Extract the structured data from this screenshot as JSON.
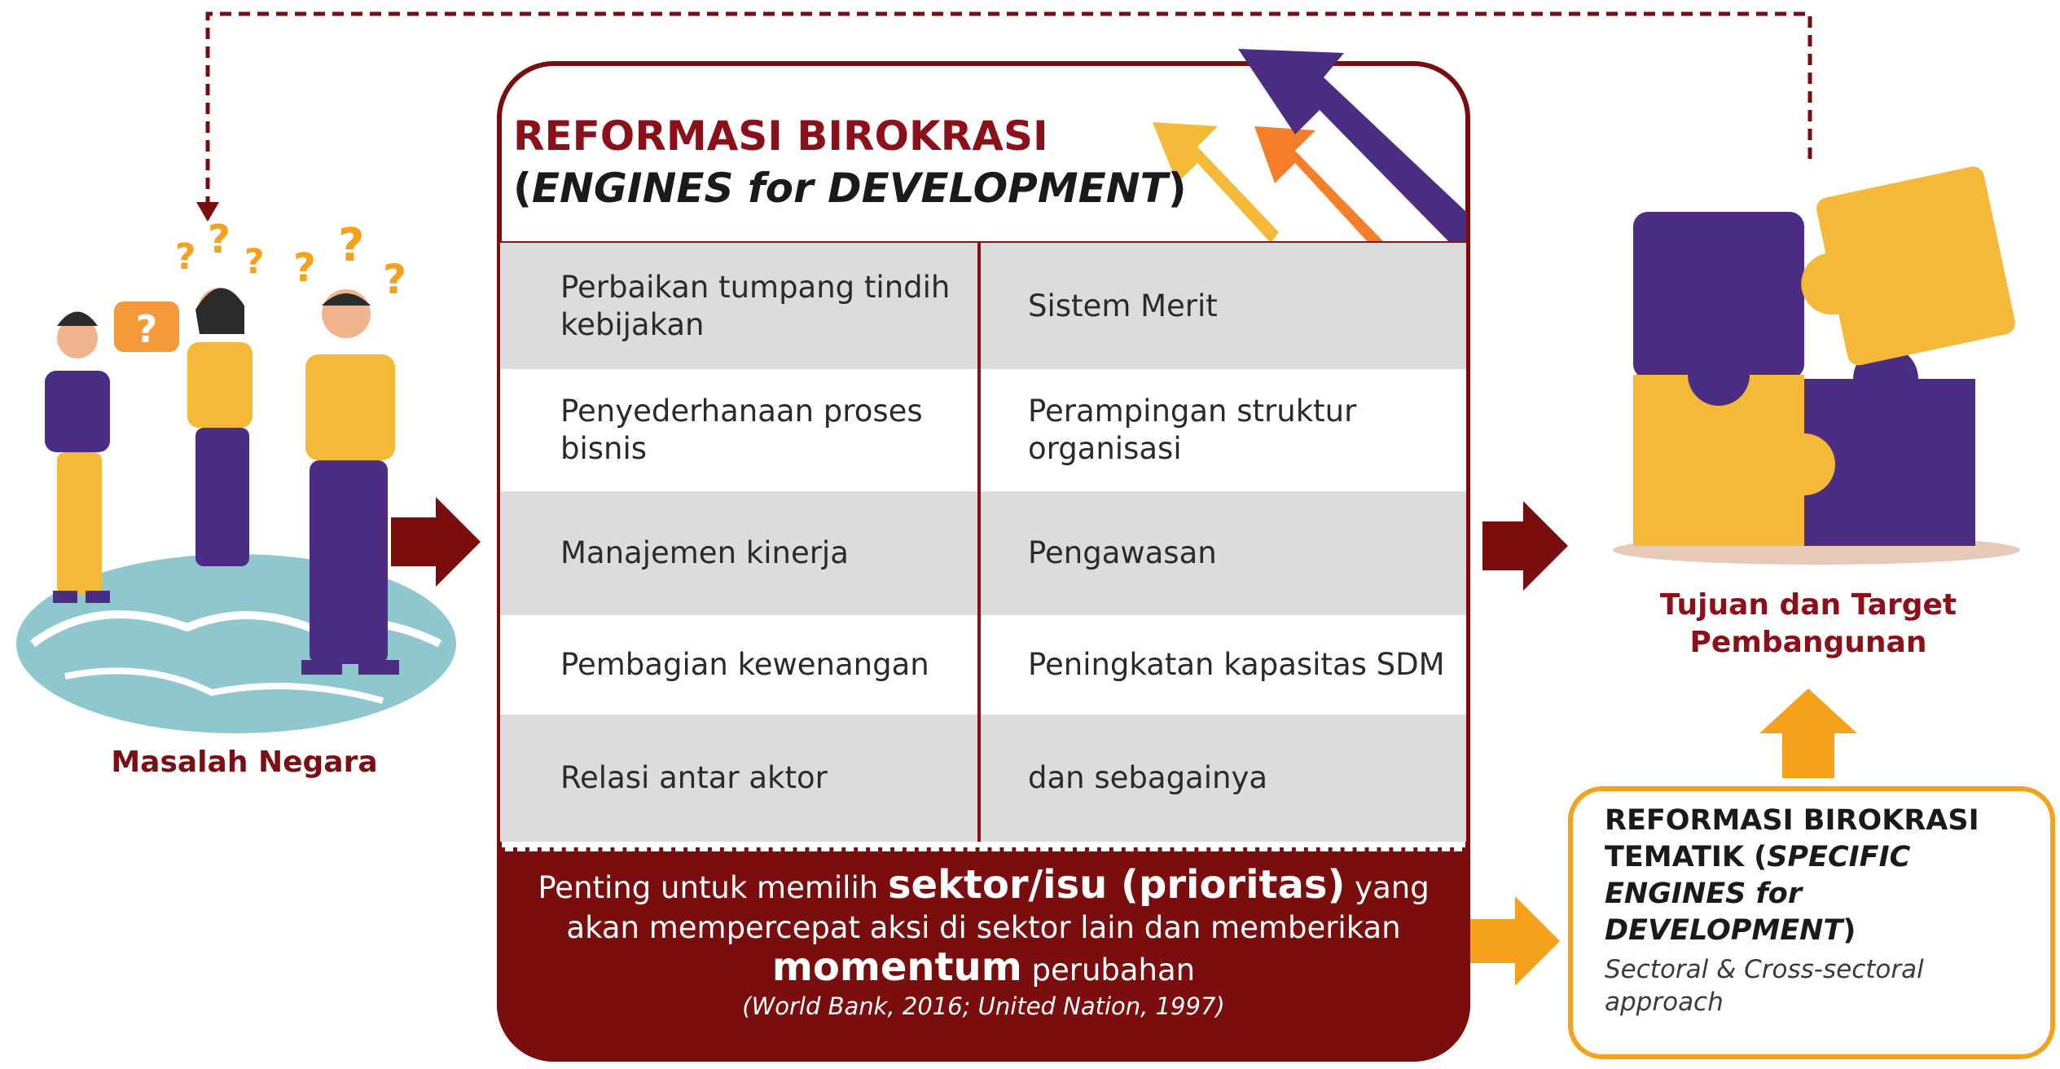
{
  "left": {
    "caption": "Masalah Negara"
  },
  "main": {
    "title_line1": "REFORMASI BIROKRASI",
    "title_line2_open": "(",
    "title_line2_main": "ENGINES for DEVELOPMENT",
    "title_line2_close": ")",
    "rows": [
      {
        "left": "Perbaikan tumpang tindih kebijakan",
        "right": "Sistem Merit"
      },
      {
        "left": "Penyederhanaan proses bisnis",
        "right": "Perampingan struktur organisasi"
      },
      {
        "left": "Manajemen kinerja",
        "right": "Pengawasan"
      },
      {
        "left": "Pembagian kewenangan",
        "right": "Peningkatan kapasitas SDM"
      },
      {
        "left": "Relasi antar aktor",
        "right": "dan sebagainya"
      }
    ],
    "footer": {
      "t1": "Penting untuk memilih ",
      "b1": "sektor/isu (prioritas)",
      "t2": " yang akan mempercepat aksi di sektor lain dan memberikan ",
      "b2": "momentum",
      "t3": " perubahan",
      "citation": "(World Bank, 2016; United Nation, 1997)"
    }
  },
  "right": {
    "goal_label": "Tujuan dan Target Pembangunan",
    "thematic_title_a": "REFORMASI BIROKRASI TEMATIK (",
    "thematic_title_b": "SPECIFIC ENGINES for DEVELOPMENT",
    "thematic_title_c": ")",
    "thematic_sub": "Sectoral & Cross-sectoral approach"
  },
  "colors": {
    "maroon": "#7a0d0d",
    "orange": "#f5a11c",
    "purple": "#4b2e83",
    "gray_cell": "#dcdcdc"
  }
}
